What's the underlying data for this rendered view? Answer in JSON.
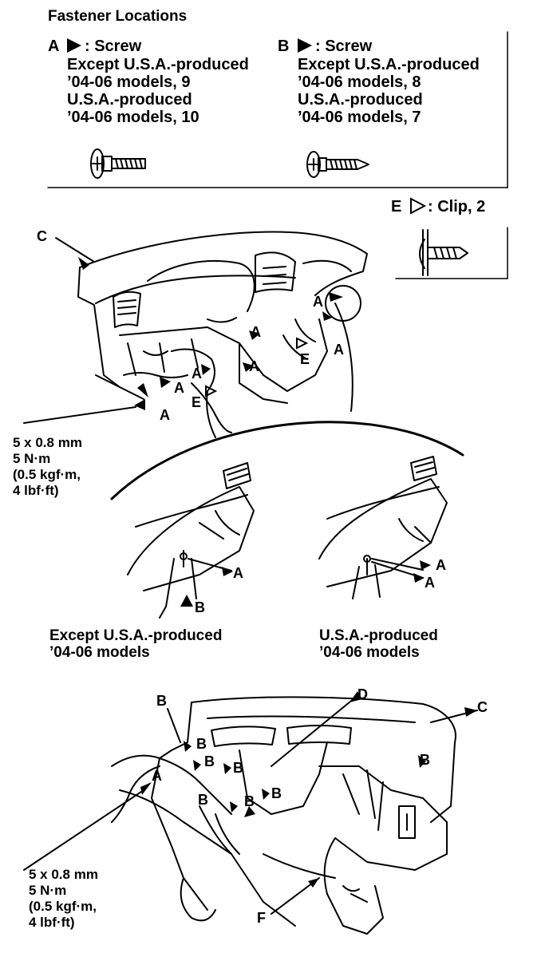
{
  "title": "Fastener Locations",
  "fastener_a": {
    "letter": "A",
    "header": ": Screw",
    "lines": [
      "Except U.S.A.-produced",
      "’04-06 models, 9",
      "U.S.A.-produced",
      "’04-06 models, 10"
    ]
  },
  "fastener_b": {
    "letter": "B",
    "header": ": Screw",
    "lines": [
      "Except U.S.A.-produced",
      "’04-06 models, 8",
      "U.S.A.-produced",
      "’04-06 models, 7"
    ]
  },
  "fastener_e": {
    "letter": "E",
    "header": ": Clip, 2"
  },
  "torque_spec": [
    "5 x 0.8 mm",
    "5 N·m",
    "(0.5 kgf·m,",
    "4 lbf·ft)"
  ],
  "captions": {
    "except_usa": [
      "Except U.S.A.-produced",
      "’04-06 models"
    ],
    "usa": [
      "U.S.A.-produced",
      "’04-06 models"
    ]
  },
  "callouts": {
    "a": "A",
    "b": "B",
    "c": "C",
    "d": "D",
    "e": "E",
    "f": "F"
  }
}
